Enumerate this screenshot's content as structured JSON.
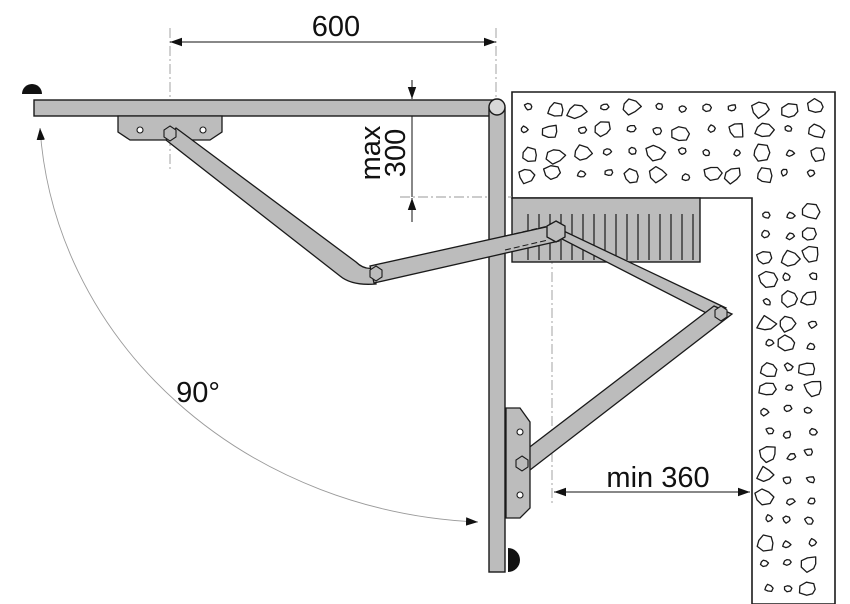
{
  "labels": {
    "width_dimension": "600",
    "max_label": "max",
    "max_value": "300",
    "min_dimension": "min 360",
    "angle": "90°"
  },
  "colors": {
    "metal_fill": "#bcbcbc",
    "outline": "#1a1a1a",
    "dim_line": "#9a9a9a",
    "wall_fill": "#ffffff",
    "stopper": "#111111"
  }
}
